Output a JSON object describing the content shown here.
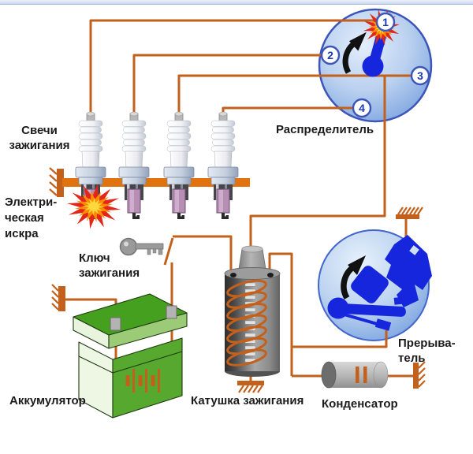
{
  "diagram": {
    "labels": {
      "spark_plugs_line1": "Свечи",
      "spark_plugs_line2": "зажигания",
      "electric_spark_line1": "Электри-",
      "electric_spark_line2": "ческая",
      "electric_spark_line3": "искра",
      "distributor": "Распределитель",
      "ignition_key_line1": "Ключ",
      "ignition_key_line2": "зажигания",
      "battery": "Аккумулятор",
      "ignition_coil": "Катушка зажигания",
      "capacitor": "Конденсатор",
      "breaker_line1": "Прерыва-",
      "breaker_line2": "тель"
    },
    "distributor_terminals": [
      "1",
      "2",
      "3",
      "4"
    ],
    "colors": {
      "wire_orange": "#c2601c",
      "rail_orange": "#e0730d",
      "component_blue": "#1626dd",
      "circle_border_blue": "#3c55b8",
      "battery_green": "#46a01f",
      "label_text": "#1b1b1b"
    }
  }
}
